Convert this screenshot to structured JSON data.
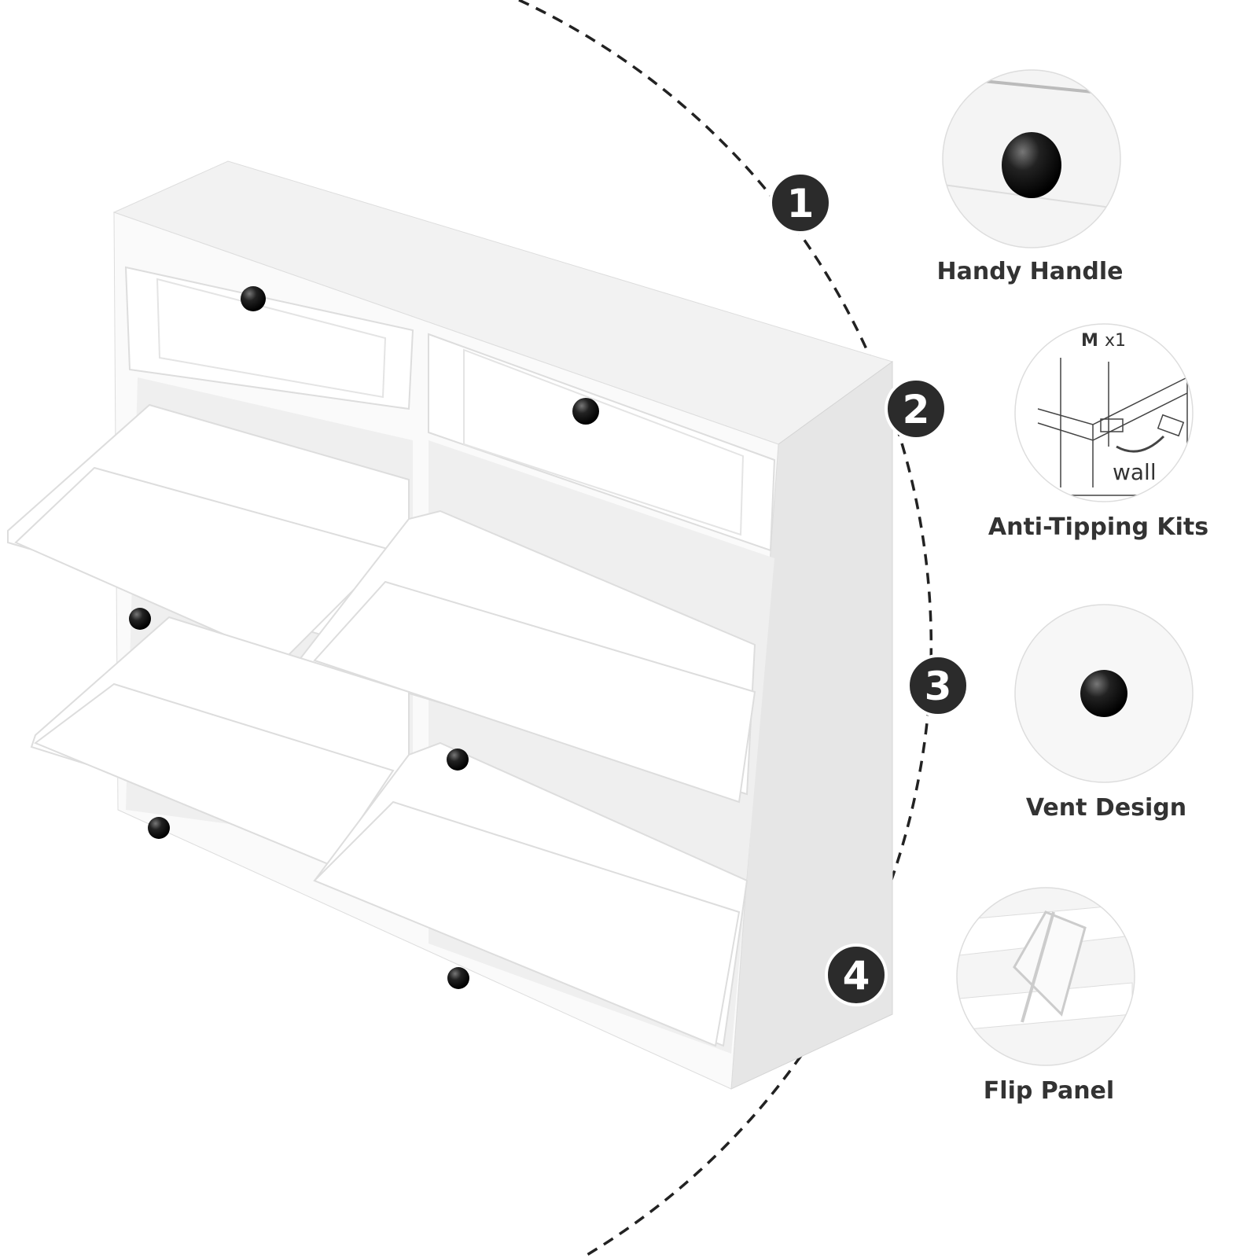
{
  "features": [
    {
      "number": "1",
      "label": "Handy Handle"
    },
    {
      "number": "2",
      "label": "Anti-Tipping Kits"
    },
    {
      "number": "3",
      "label": "Vent Design"
    },
    {
      "number": "4",
      "label": "Flip Panel"
    }
  ],
  "anti_tipping_detail": {
    "part": "M",
    "quantity": "x1",
    "wall_label": "wall"
  },
  "colors": {
    "badge": "#2b2b2b",
    "cabinet": "#f7f7f7",
    "knob": "#222222",
    "label": "#333333"
  }
}
